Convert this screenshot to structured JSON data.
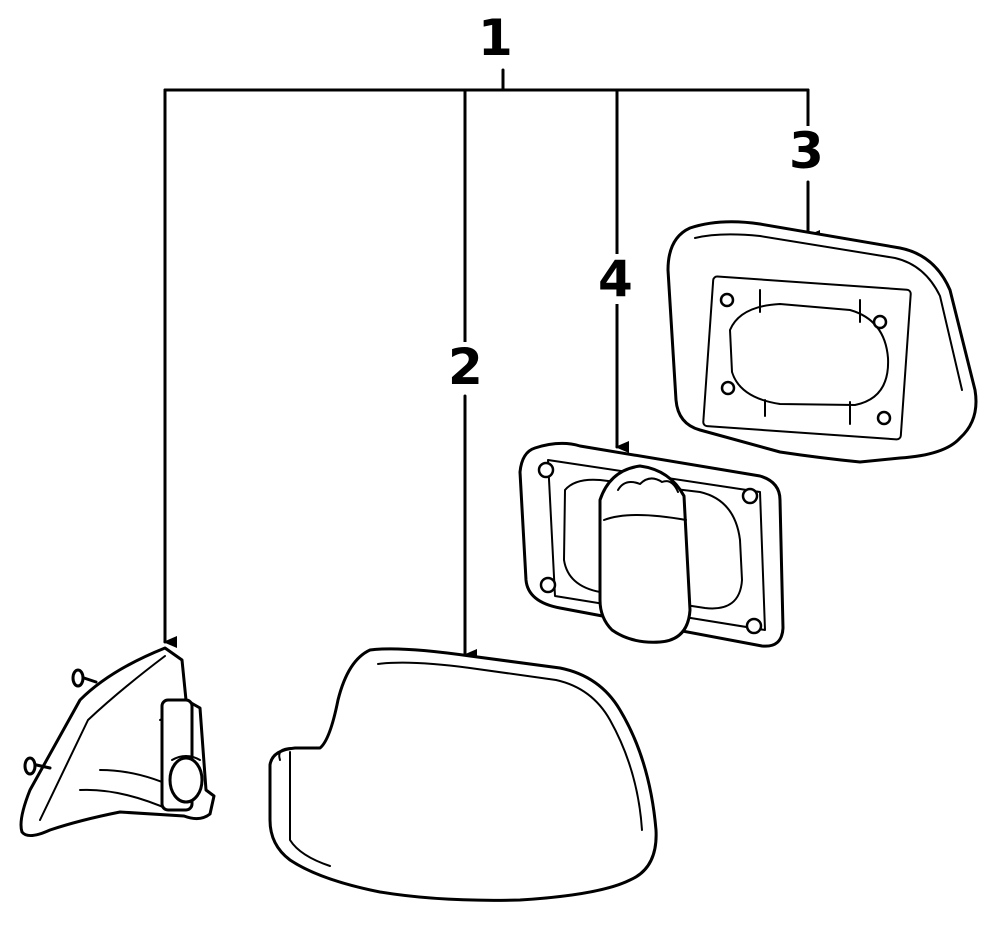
{
  "callouts": {
    "c1": "1",
    "c2": "2",
    "c3": "3",
    "c4": "4"
  },
  "colors": {
    "ink": "#000000",
    "paper": "#ffffff"
  },
  "parts": [
    {
      "id": "1",
      "name": "mirror-assembly"
    },
    {
      "id": "2",
      "name": "mirror-cover"
    },
    {
      "id": "3",
      "name": "mirror-glass"
    },
    {
      "id": "4",
      "name": "mirror-motor"
    }
  ]
}
